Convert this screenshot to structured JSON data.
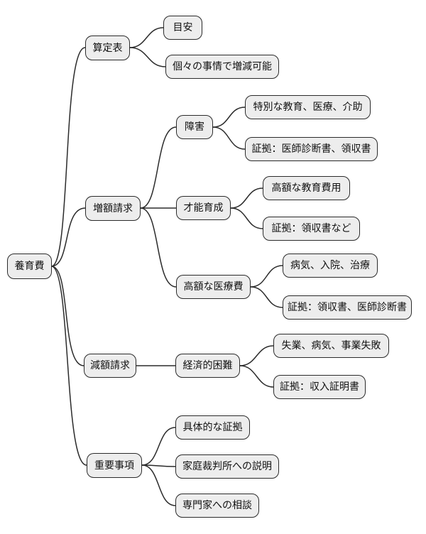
{
  "diagram": {
    "type": "mindmap",
    "root_label": "養育費",
    "colors": {
      "node_fill": "#ededed",
      "node_border": "#2b2b2b",
      "edge_line": "#2b2b2b",
      "text": "#111111",
      "background": "#ffffff"
    },
    "nodes": [
      {
        "id": "root",
        "label": "養育費"
      },
      {
        "id": "santeihyo",
        "label": "算定表"
      },
      {
        "id": "meyasu",
        "label": "目安"
      },
      {
        "id": "kokonojijo",
        "label": "個々の事情で増減可能"
      },
      {
        "id": "zogaku-seikyu",
        "label": "増額請求"
      },
      {
        "id": "shogai",
        "label": "障害"
      },
      {
        "id": "tokubetsu",
        "label": "特別な教育、医療、介助"
      },
      {
        "id": "shoko-ishi",
        "label": "証拠：医師診断書、領収書"
      },
      {
        "id": "saino-ikusei",
        "label": "才能育成"
      },
      {
        "id": "kogaku-kyoiku",
        "label": "高額な教育費用"
      },
      {
        "id": "shoko-ryoshusho",
        "label": "証拠：領収書など"
      },
      {
        "id": "kogaku-iryohi",
        "label": "高額な医療費"
      },
      {
        "id": "byoki",
        "label": "病気、入院、治療"
      },
      {
        "id": "shoko-ryoshu-ishi",
        "label": "証拠：領収書、医師診断書"
      },
      {
        "id": "gengaku-seikyu",
        "label": "減額請求"
      },
      {
        "id": "keizaiteki",
        "label": "経済的困難"
      },
      {
        "id": "shitsugyo",
        "label": "失業、病気、事業失敗"
      },
      {
        "id": "shoko-shunyu",
        "label": "証拠：収入証明書"
      },
      {
        "id": "juyo-jiko",
        "label": "重要事項"
      },
      {
        "id": "gutaiteki",
        "label": "具体的な証拠"
      },
      {
        "id": "katei-saibansho",
        "label": "家庭裁判所への説明"
      },
      {
        "id": "senmonka",
        "label": "専門家への相談"
      }
    ],
    "edges": [
      {
        "from": "root",
        "to": "santeihyo"
      },
      {
        "from": "root",
        "to": "zogaku-seikyu"
      },
      {
        "from": "root",
        "to": "gengaku-seikyu"
      },
      {
        "from": "root",
        "to": "juyo-jiko"
      },
      {
        "from": "santeihyo",
        "to": "meyasu"
      },
      {
        "from": "santeihyo",
        "to": "kokonojijo"
      },
      {
        "from": "zogaku-seikyu",
        "to": "shogai"
      },
      {
        "from": "zogaku-seikyu",
        "to": "saino-ikusei"
      },
      {
        "from": "zogaku-seikyu",
        "to": "kogaku-iryohi"
      },
      {
        "from": "shogai",
        "to": "tokubetsu"
      },
      {
        "from": "shogai",
        "to": "shoko-ishi"
      },
      {
        "from": "saino-ikusei",
        "to": "kogaku-kyoiku"
      },
      {
        "from": "saino-ikusei",
        "to": "shoko-ryoshusho"
      },
      {
        "from": "kogaku-iryohi",
        "to": "byoki"
      },
      {
        "from": "kogaku-iryohi",
        "to": "shoko-ryoshu-ishi"
      },
      {
        "from": "gengaku-seikyu",
        "to": "keizaiteki"
      },
      {
        "from": "keizaiteki",
        "to": "shitsugyo"
      },
      {
        "from": "keizaiteki",
        "to": "shoko-shunyu"
      },
      {
        "from": "juyo-jiko",
        "to": "gutaiteki"
      },
      {
        "from": "juyo-jiko",
        "to": "katei-saibansho"
      },
      {
        "from": "juyo-jiko",
        "to": "senmonka"
      }
    ]
  }
}
